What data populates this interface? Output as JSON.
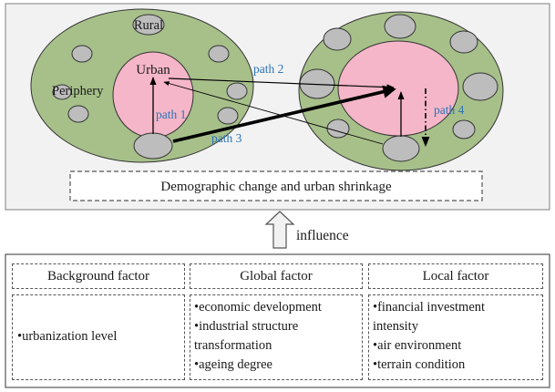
{
  "diagram": {
    "labels": {
      "rural": "Rural",
      "urban": "Urban",
      "periphery": "Periphery",
      "path1": "path 1",
      "path2": "path 2",
      "path3": "path 3",
      "path4": "path 4",
      "caption": "Demographic change and urban shrinkage",
      "influence": "influence"
    },
    "factors": [
      {
        "title": "Background factor",
        "items": [
          "•urbanization level"
        ]
      },
      {
        "title": "Global factor",
        "items": [
          "•economic development",
          "•industrial structure",
          "transformation",
          "•ageing degree"
        ]
      },
      {
        "title": "Local factor",
        "items": [
          "•financial investment",
          "intensity",
          "•air environment",
          "•terrain condition"
        ]
      }
    ],
    "colors": {
      "periphery_fill": "#a7c08a",
      "urban_fill": "#f4b6c8",
      "node_fill": "#bdbdbd",
      "panel_bg": "#f2f2f2",
      "path_label": "#2e75b6"
    }
  }
}
